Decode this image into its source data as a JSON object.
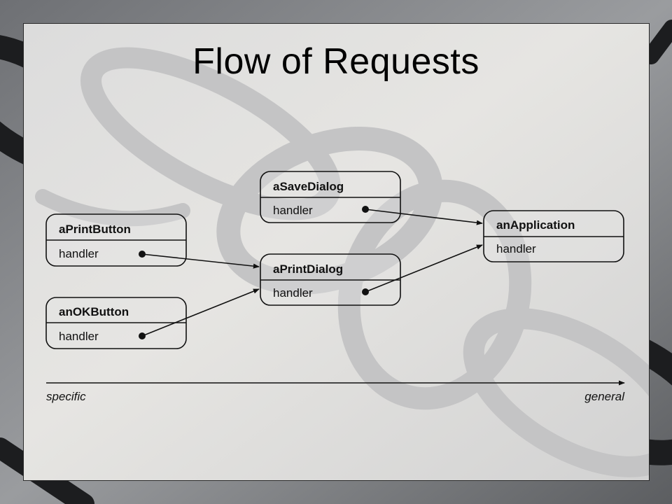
{
  "slide": {
    "title": "Flow of Requests"
  },
  "diagram": {
    "objects": {
      "print_button": {
        "name": "aPrintButton",
        "field": "handler"
      },
      "ok_button": {
        "name": "anOKButton",
        "field": "handler"
      },
      "save_dialog": {
        "name": "aSaveDialog",
        "field": "handler"
      },
      "print_dialog": {
        "name": "aPrintDialog",
        "field": "handler"
      },
      "application": {
        "name": "anApplication",
        "field": "handler"
      }
    },
    "links": [
      {
        "from": "print_button",
        "to": "print_dialog"
      },
      {
        "from": "ok_button",
        "to": "print_dialog"
      },
      {
        "from": "save_dialog",
        "to": "application"
      },
      {
        "from": "print_dialog",
        "to": "application"
      }
    ],
    "axis": {
      "start_label": "specific",
      "end_label": "general"
    }
  }
}
